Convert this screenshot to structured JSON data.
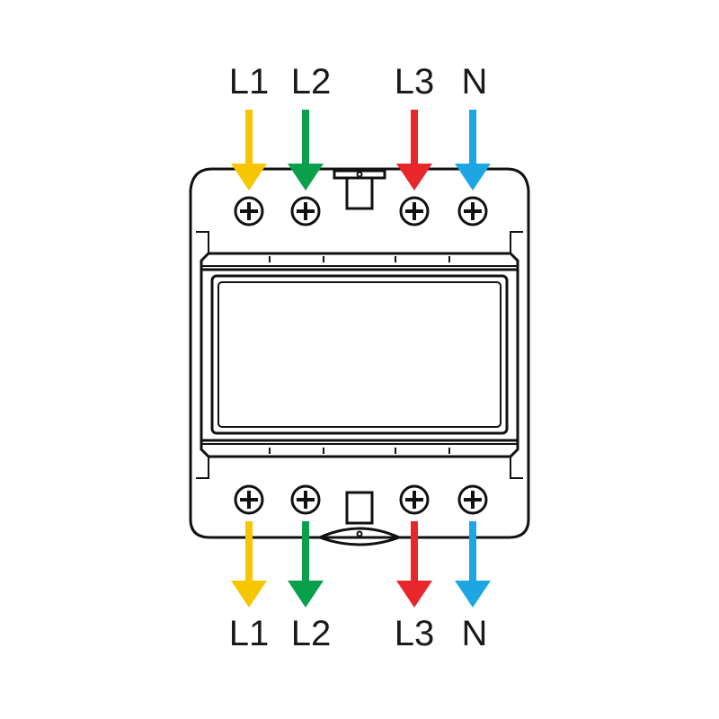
{
  "top_labels": [
    "L1",
    "L2",
    "L3",
    "N"
  ],
  "bottom_labels": [
    "L1",
    "L2",
    "L3",
    "N"
  ],
  "phase_colors": {
    "L1": "#F7C600",
    "L2": "#0AA04B",
    "L3": "#E8262C",
    "N": "#1CA6E3"
  },
  "icons": [
    "terminal-screw-icon",
    "din-clip-icon",
    "arrow-down-icon"
  ]
}
